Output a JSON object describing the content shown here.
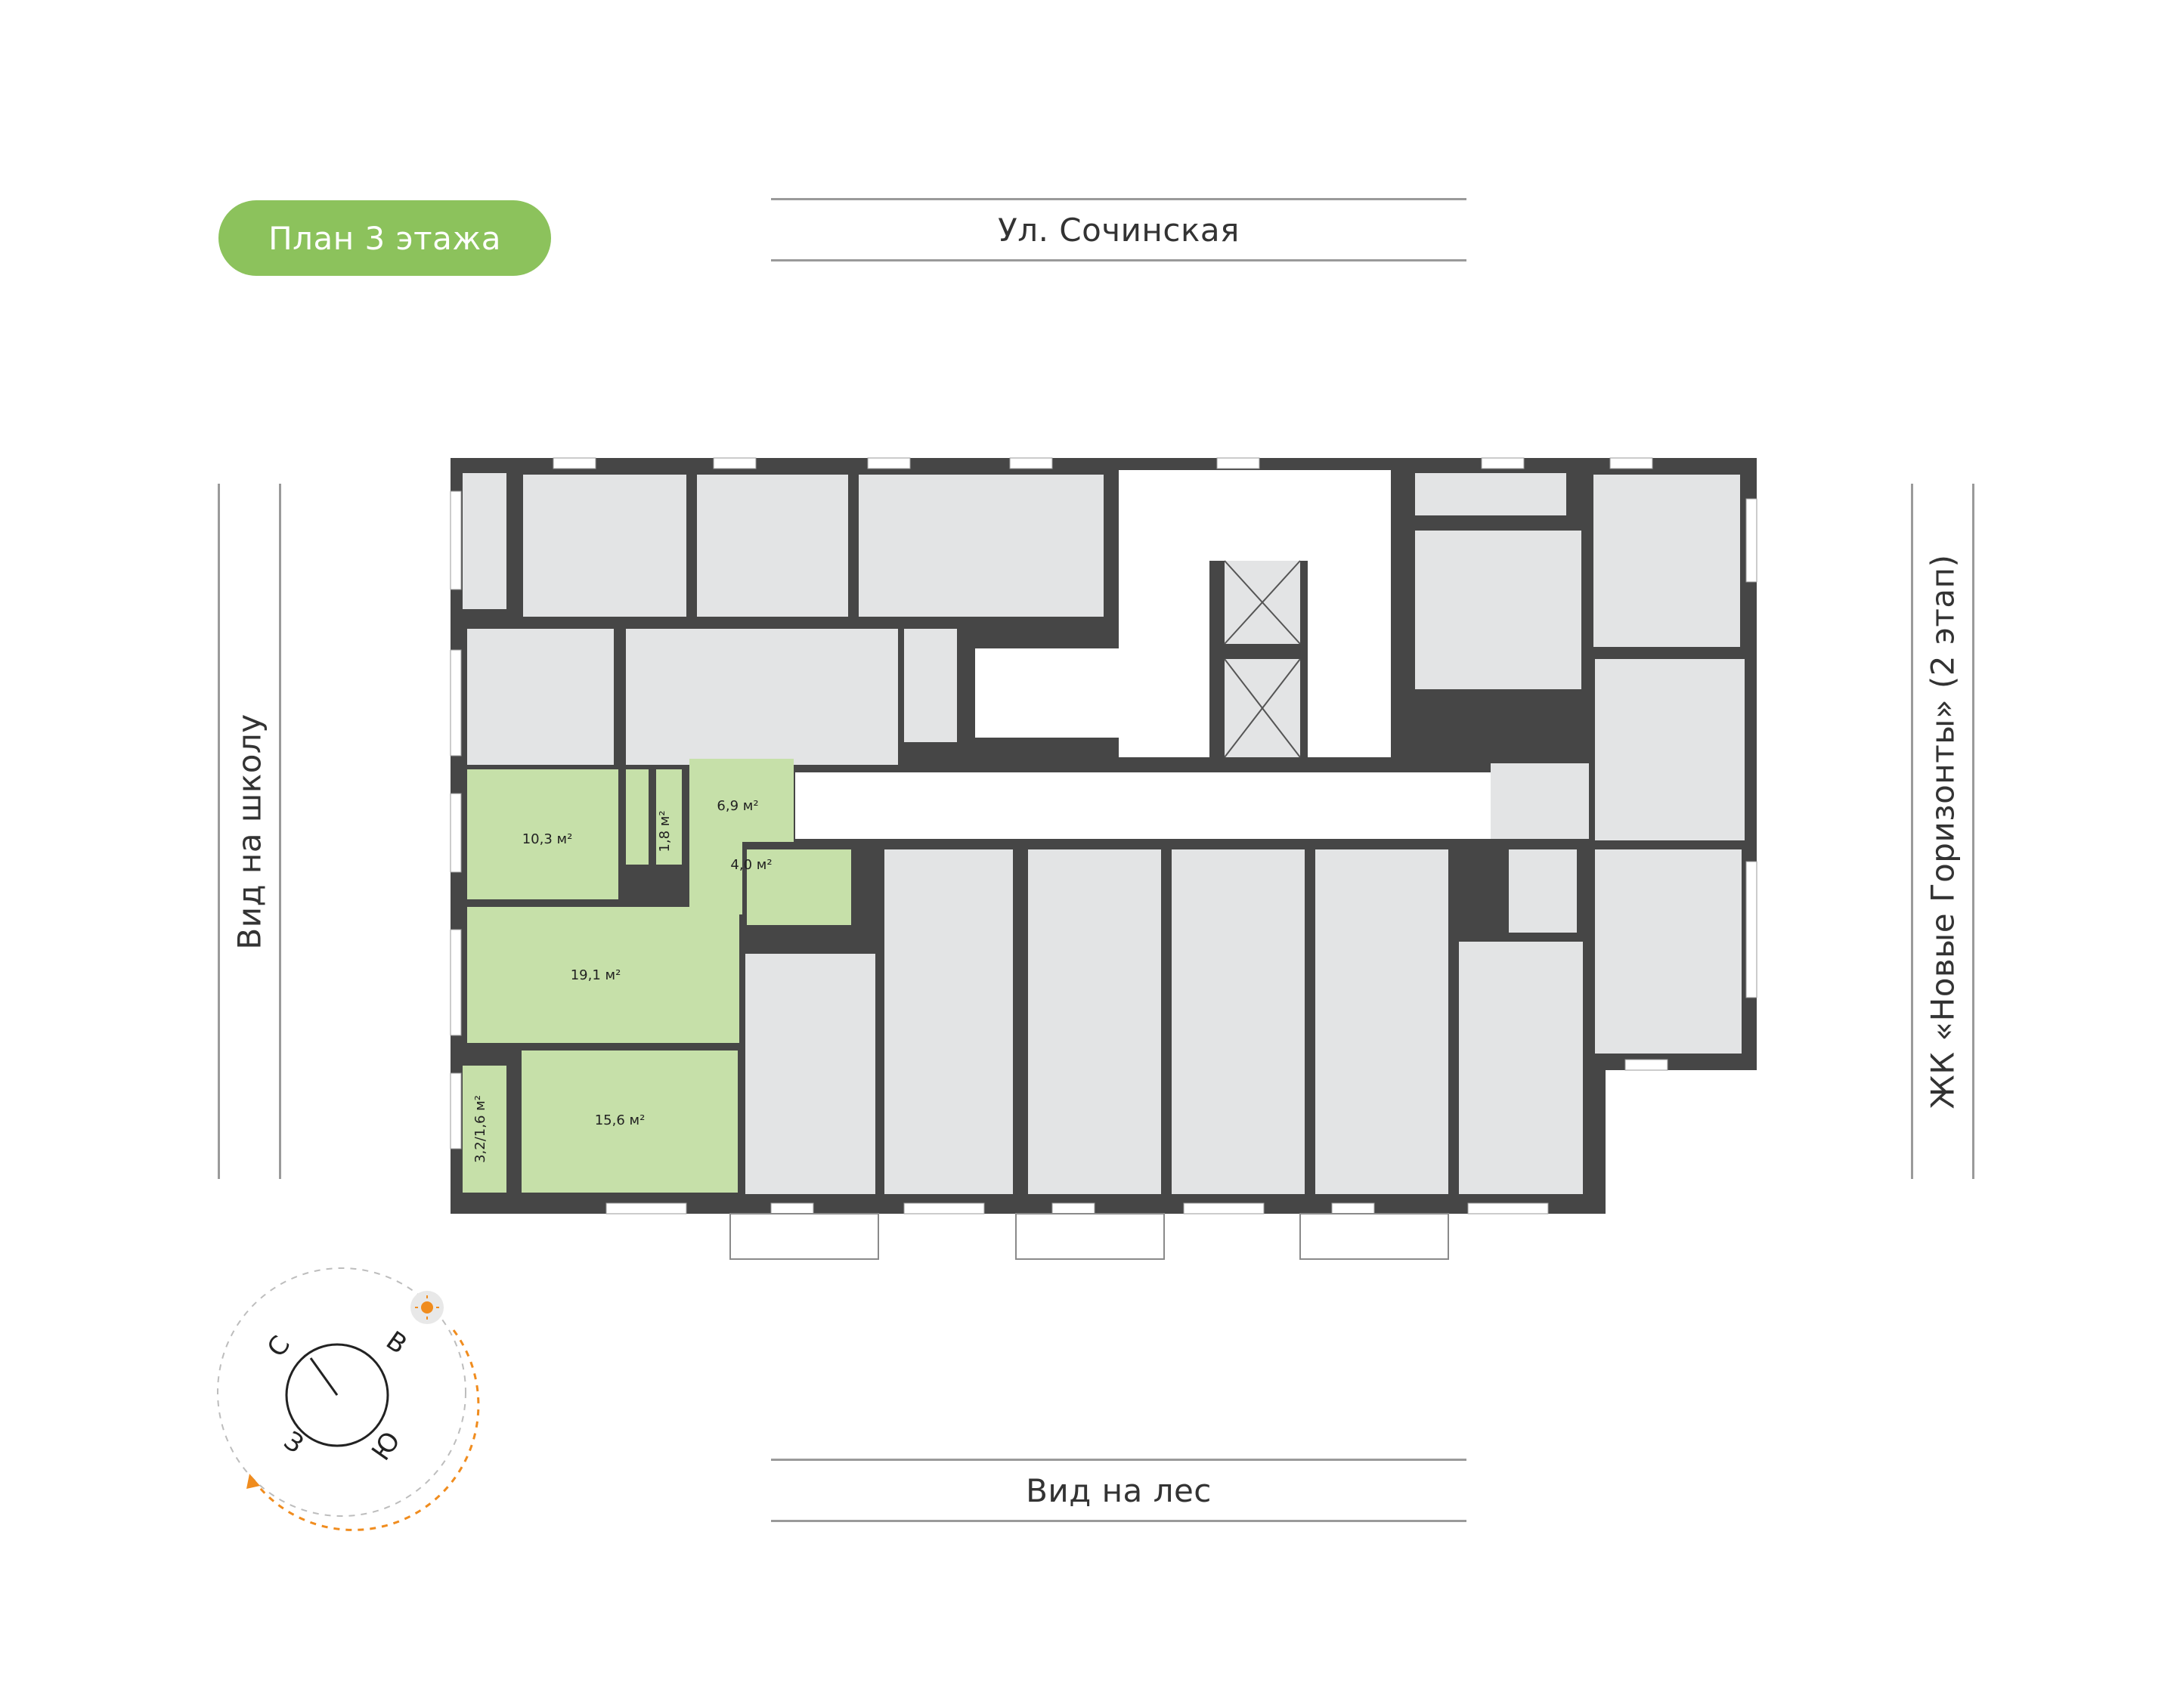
{
  "header": {
    "title": "План 3 этажа"
  },
  "orientation": {
    "top_street": "Ул. Сочинская",
    "bottom_view": "Вид на лес",
    "left_view": "Вид на школу",
    "right_view": "ЖК «Новые Горизонты» (2 этап)"
  },
  "apartment": {
    "rooms": [
      {
        "area": "10,3 м²"
      },
      {
        "area": "6,9 м²"
      },
      {
        "area": "1,8 м²"
      },
      {
        "area": "4,0 м²"
      },
      {
        "area": "19,1 м²"
      },
      {
        "area": "15,6 м²"
      },
      {
        "area": "3,2/1,6 м²"
      }
    ]
  },
  "compass": {
    "north": "С",
    "east": "В",
    "south": "Ю",
    "west": "З"
  },
  "colors": {
    "badge": "#8cc25c",
    "highlight": "#c6e0a9",
    "wall": "#464646",
    "room": "#e3e4e5",
    "sun_path": "#f08c1e"
  }
}
